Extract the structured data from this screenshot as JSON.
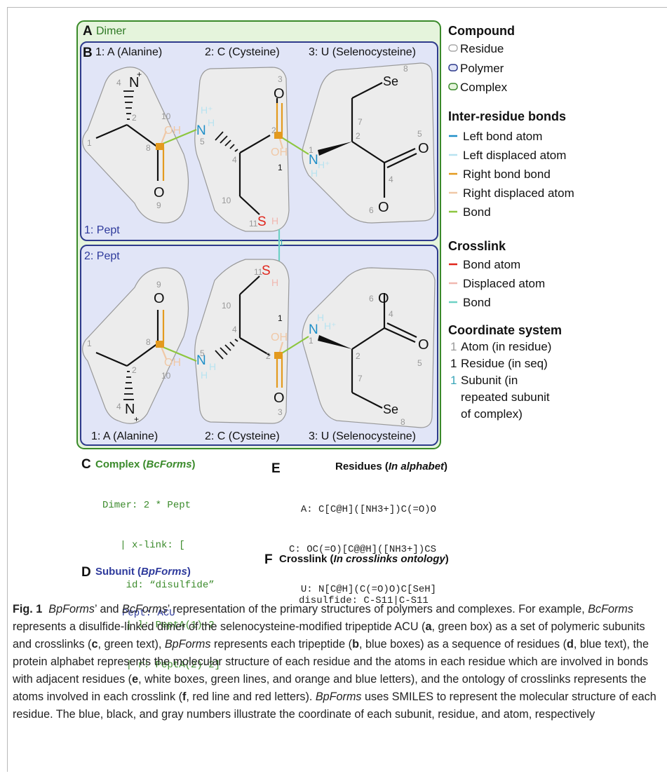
{
  "figure": {
    "panel_a": {
      "letter": "A",
      "title": "Dimer"
    },
    "panel_b": {
      "letter": "B"
    },
    "residue_headers": [
      "1: A (Alanine)",
      "2: C (Cysteine)",
      "3: U (Selenocysteine)"
    ],
    "polymer_label_1": "1: Pept",
    "polymer_label_2": "2: Pept",
    "atoms": {
      "N_plus": "N",
      "plus": "+",
      "O": "O",
      "OH": "OH",
      "N": "N",
      "H": "H",
      "H_plus": "H⁺",
      "S": "S",
      "Se": "Se"
    },
    "atom_numbers": [
      "1",
      "2",
      "3",
      "4",
      "5",
      "6",
      "7",
      "8",
      "9",
      "10",
      "11"
    ],
    "residue_numbers": [
      "1"
    ]
  },
  "legend": {
    "compound": {
      "title": "Compound",
      "items": [
        {
          "label": "Residue",
          "fill": "#ffffff",
          "stroke": "#999999"
        },
        {
          "label": "Polymer",
          "fill": "#e1e5f7",
          "stroke": "#2e3a8c"
        },
        {
          "label": "Complex",
          "fill": "#e5f4dc",
          "stroke": "#3a8a2a"
        }
      ]
    },
    "inter_residue": {
      "title": "Inter-residue bonds",
      "items": [
        {
          "label": "Left bond atom",
          "color": "#1f8fc8"
        },
        {
          "label": "Left displaced atom",
          "color": "#b8e3f0"
        },
        {
          "label": "Right bond bond",
          "color": "#e39a1e"
        },
        {
          "label": "Right displaced atom",
          "color": "#f0c8a6"
        },
        {
          "label": "Bond",
          "color": "#8dc63f"
        }
      ]
    },
    "crosslink": {
      "title": "Crosslink",
      "items": [
        {
          "label": "Bond atom",
          "color": "#e0261c"
        },
        {
          "label": "Displaced atom",
          "color": "#f0b8b0"
        },
        {
          "label": "Bond",
          "color": "#6ed1c5"
        }
      ]
    },
    "coordinate": {
      "title": "Coordinate system",
      "items": [
        {
          "num": "1",
          "color": "#9a9a9a",
          "label": "Atom (in residue)"
        },
        {
          "num": "1",
          "color": "#111111",
          "label": "Residue (in seq)"
        },
        {
          "num": "1",
          "color": "#3aa6b9",
          "label": "Subunit (in",
          "cont": [
            "repeated subunit",
            "of complex)"
          ]
        }
      ]
    }
  },
  "panel_c": {
    "letter": "C",
    "title": "Complex (",
    "title_em": "BcForms",
    "title_end": ")",
    "lines": [
      "Dimer: 2 * Pept",
      "   | x-link: [",
      "    id: “disulfide”",
      "    | l: PeptA(1)-2",
      "    | r: PeptA(2)-2]"
    ],
    "color": "#3a8a2a"
  },
  "panel_d": {
    "letter": "D",
    "title": "Subunit (",
    "title_em": "BpForms",
    "title_end": ")",
    "lines": [
      "Pept: ACU"
    ],
    "color": "#2e3a9c"
  },
  "panel_e": {
    "letter": "E",
    "title": "Residues (",
    "title_em": "In alphabet",
    "title_end": ")",
    "lines": [
      "A: C[C@H]([NH3+])C(=O)O",
      "C: OC(=O)[C@@H]([NH3+])CS",
      "U: N[C@H](C(=O)O)C[SeH]"
    ]
  },
  "panel_f": {
    "letter": "F",
    "title": "Crosslink (",
    "title_em": "In crosslinks ontology",
    "title_end": ")",
    "lines": [
      "disulfide: C-S11|C-S11"
    ]
  },
  "caption": {
    "fig_label": "Fig. 1",
    "runs": [
      {
        "t": "BpForms",
        "s": "i"
      },
      {
        "t": "’ and "
      },
      {
        "t": "BcForms",
        "s": "i"
      },
      {
        "t": "’ representation of the primary structures of polymers and complexes. For example, "
      },
      {
        "t": "BcForms",
        "s": "i"
      },
      {
        "t": " represents a disulfide-linked dimer of the selenocysteine-modified tripeptide ACU ("
      },
      {
        "t": "a",
        "s": "b"
      },
      {
        "t": ", green box) as a set of polymeric subunits and crosslinks ("
      },
      {
        "t": "c",
        "s": "b"
      },
      {
        "t": ", green text), "
      },
      {
        "t": "BpForms",
        "s": "i"
      },
      {
        "t": " represents each tripeptide ("
      },
      {
        "t": "b",
        "s": "b"
      },
      {
        "t": ", blue boxes) as a sequence of residues ("
      },
      {
        "t": "d",
        "s": "b"
      },
      {
        "t": ", blue text), the protein alphabet represents the molecular structure of each residue and the atoms in each residue which are involved in bonds with adjacent residues ("
      },
      {
        "t": "e",
        "s": "b"
      },
      {
        "t": ", white boxes, green lines, and orange and blue letters), and the ontology of crosslinks represents the atoms involved in each crosslink ("
      },
      {
        "t": "f",
        "s": "b"
      },
      {
        "t": ", red line and red letters). "
      },
      {
        "t": "BpForms",
        "s": "i"
      },
      {
        "t": " uses SMILES to represent the molecular structure of each residue. The blue, black, and gray numbers illustrate the coordinate of each subunit, residue, and atom, respectively"
      }
    ]
  }
}
